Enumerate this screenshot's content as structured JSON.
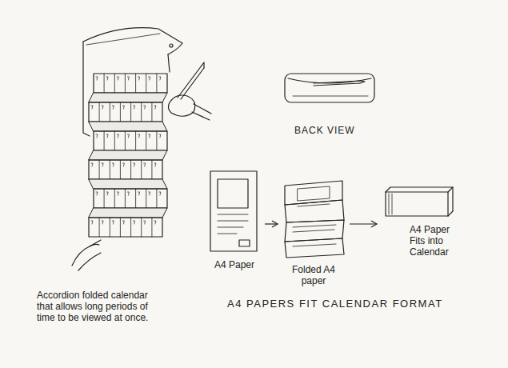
{
  "diagram": {
    "nodes": [
      {
        "text": [
          "A4 Paper"
        ]
      },
      {
        "text": [
          "Folded A4 paper"
        ]
      },
      {
        "text": [
          "A4 Paper Fits into Calendar"
        ]
      }
    ],
    "edges": [
      {
        "from": 0,
        "to": 1,
        "arrow": "to"
      },
      {
        "from": 1,
        "to": 2,
        "arrow": "to"
      }
    ],
    "labels": [
      "Accordion folded calendar that allows long periods of time to be viewed at once.",
      "BACK VIEW",
      "A4 PAPERS FIT CALENDAR FORMAT"
    ]
  }
}
